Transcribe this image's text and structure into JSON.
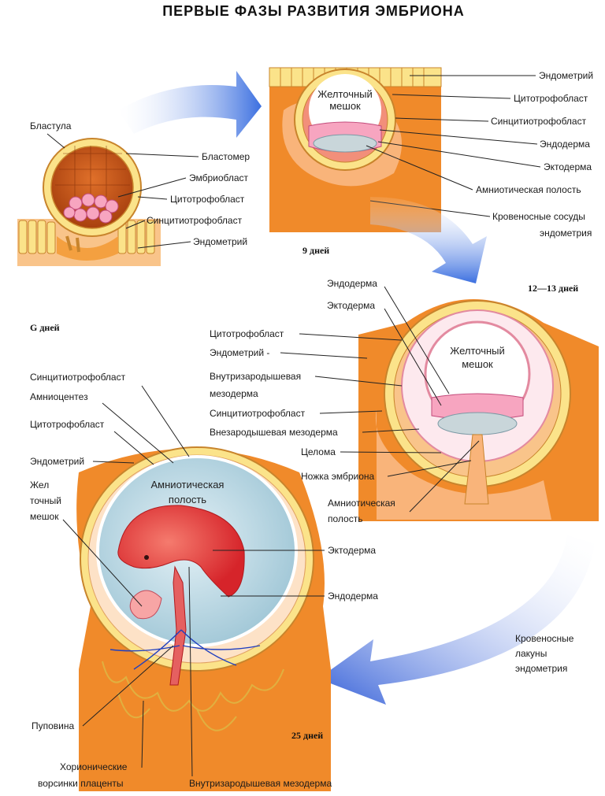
{
  "title": "ПЕРВЫЕ ФАЗЫ РАЗВИТИЯ ЭМБРИОНА",
  "colors": {
    "tissue_orange": "#f08a2a",
    "tissue_light": "#f9c48a",
    "cell_yellow": "#fbe38a",
    "cell_pink": "#f7a5c0",
    "amnion_blue": "#bcd9e6",
    "embryo_red": "#e8393a",
    "arrow_blue": "#3f6fd6"
  },
  "stage1": {
    "label_blastula": "Бластула",
    "label_blastomer": "Бластомер",
    "label_embryoblast": "Эмбриобласт",
    "label_cytotrophoblast": "Цитотрофобласт",
    "label_syncytiotrophoblast": "Синцитиотрофобласт",
    "label_endometrium": "Эндометрий",
    "day": "G дней"
  },
  "stage2": {
    "yolk_sac": [
      "Желточный",
      "мешок"
    ],
    "label_endometrium": "Эндометрий",
    "label_cytotrophoblast": "Цитотрофобласт",
    "label_syncytiotrophoblast": "Синцитиотрофобласт",
    "label_endoderm": "Эндодерма",
    "label_ectoderm": "Эктодерма",
    "label_amniotic": "Амниотическая полость",
    "label_vessels": [
      "Кровеносные сосуды",
      "эндометрия"
    ],
    "day": "9 дней"
  },
  "stage3": {
    "day": "12—13 дней",
    "yolk_sac": [
      "Желточный",
      "мешок"
    ],
    "label_endoderm": "Эндодерма",
    "label_ectoderm": "Эктодерма",
    "label_cytotrophoblast": "Цитотрофобласт",
    "label_endometrium": "Эндометрий -",
    "label_intra_mesoderm": [
      "Внутризародышевая",
      "мезодерма"
    ],
    "label_syncytiotrophoblast": "Синцитиотрофобласт",
    "label_extra_mesoderm": "Внезародышевая мезодерма",
    "label_coelom": "Целома",
    "label_stalk": "Ножка эмбриона",
    "label_amniotic": [
      "Амниотическая",
      "полость"
    ]
  },
  "stage4": {
    "label_syncytiotrophoblast": "Синцитиотрофобласт",
    "label_amniocentesis": "Амниоцентез",
    "label_cytotrophoblast": "Цитотрофобласт",
    "label_endometrium": "Эндометрий",
    "label_yolk": [
      "Жел",
      "точный",
      "мешок"
    ],
    "amniotic_inner": [
      "Амниотическая",
      "полость"
    ],
    "label_ectoderm": "Эктодерма",
    "label_endoderm": "Эндодерма",
    "label_blood_lacunae": [
      "Кровеносные",
      "лакуны",
      "эндометрия"
    ],
    "label_umbilical": "Пуповина",
    "label_chorionic": [
      "Хорионические",
      "ворсинки плаценты"
    ],
    "label_intra_mesoderm": "Внутризародышевая мезодерма",
    "day": "25 дней"
  }
}
